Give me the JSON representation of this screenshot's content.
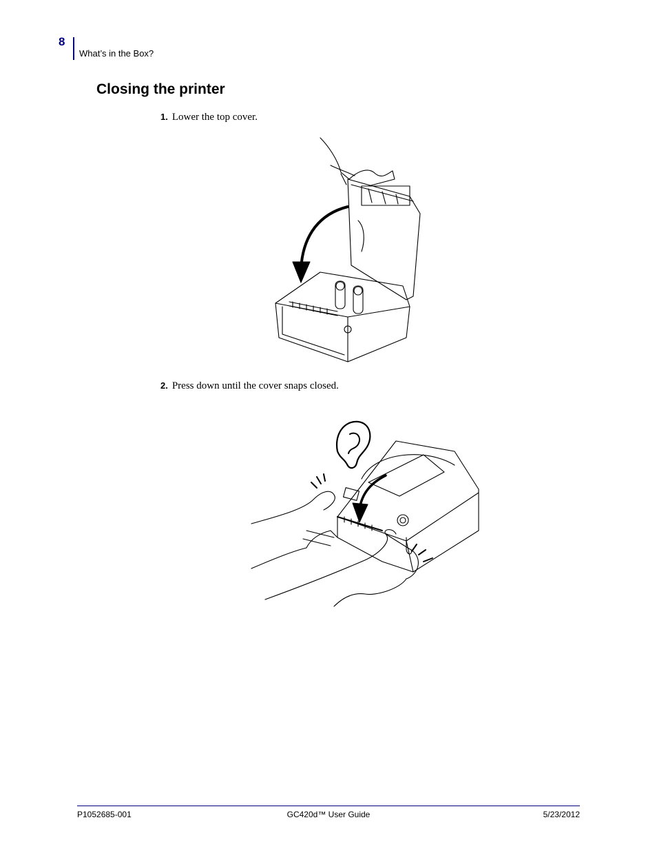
{
  "header": {
    "page_number": "8",
    "running_head": "What’s in the Box?"
  },
  "section": {
    "title": "Closing the printer"
  },
  "steps": [
    {
      "number": "1.",
      "text": "Lower the top cover."
    },
    {
      "number": "2.",
      "text": "Press down until the cover snaps closed."
    }
  ],
  "footer": {
    "part_number": "P1052685-001",
    "guide_title": "GC420d™ User Guide",
    "date": "5/23/2012"
  },
  "colors": {
    "accent": "#000080",
    "line_art": "#000000"
  }
}
